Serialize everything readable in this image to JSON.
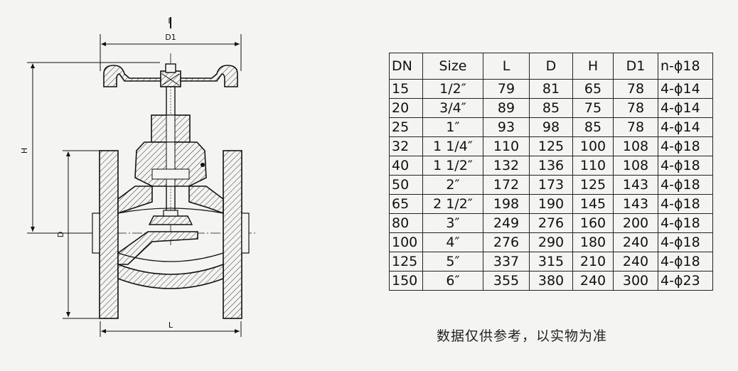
{
  "drawing": {
    "labels": {
      "top_mark": "I",
      "d1": "D1",
      "h": "H",
      "d": "D",
      "l": "L"
    }
  },
  "table": {
    "headers": [
      "DN",
      "Size",
      "L",
      "D",
      "H",
      "D1",
      "n-ϕ18"
    ],
    "rows": [
      [
        "15",
        "1/2″",
        "79",
        "81",
        "65",
        "78",
        "4-ϕ14"
      ],
      [
        "20",
        "3/4″",
        "89",
        "85",
        "75",
        "78",
        "4-ϕ14"
      ],
      [
        "25",
        "1″",
        "93",
        "98",
        "85",
        "78",
        "4-ϕ14"
      ],
      [
        "32",
        "1 1/4″",
        "110",
        "125",
        "100",
        "108",
        "4-ϕ18"
      ],
      [
        "40",
        "1 1/2″",
        "132",
        "136",
        "110",
        "108",
        "4-ϕ18"
      ],
      [
        "50",
        "2″",
        "172",
        "173",
        "125",
        "143",
        "4-ϕ18"
      ],
      [
        "65",
        "2 1/2″",
        "198",
        "190",
        "145",
        "143",
        "4-ϕ18"
      ],
      [
        "80",
        "3″",
        "249",
        "276",
        "160",
        "200",
        "4-ϕ18"
      ],
      [
        "100",
        "4″",
        "276",
        "290",
        "180",
        "240",
        "4-ϕ18"
      ],
      [
        "125",
        "5″",
        "337",
        "315",
        "210",
        "240",
        "4-ϕ18"
      ],
      [
        "150",
        "6″",
        "355",
        "380",
        "240",
        "300",
        "4-ϕ23"
      ]
    ]
  },
  "note": "数据仅供参考，以实物为准"
}
